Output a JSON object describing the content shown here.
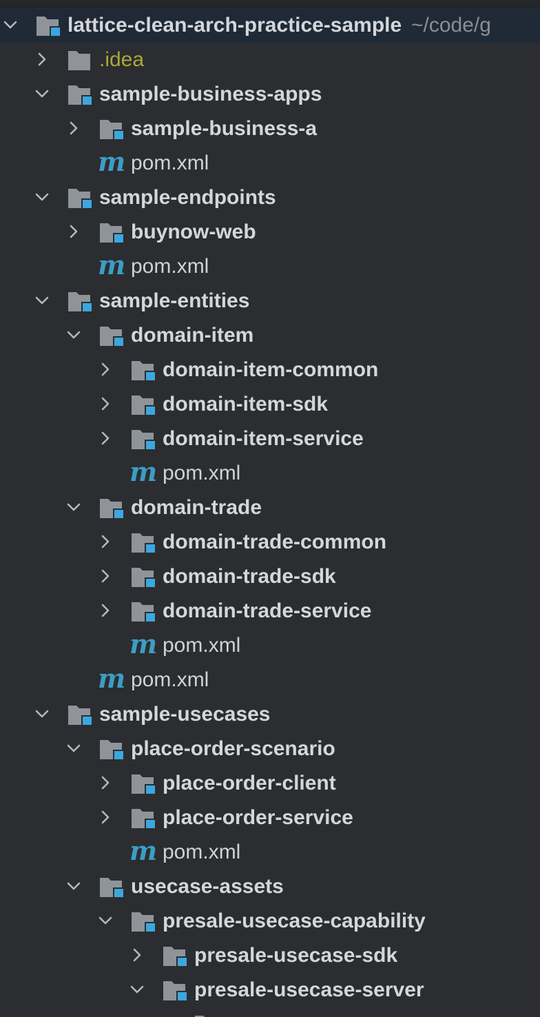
{
  "project": {
    "name": "lattice-clean-arch-practice-sample",
    "path": "~/code/g"
  },
  "tree": [
    {
      "depth": 0,
      "chevron": "down",
      "icon": "module-folder-icon",
      "label": "lattice-clean-arch-practice-sample",
      "kind": "module",
      "root": true
    },
    {
      "depth": 1,
      "chevron": "right",
      "icon": "folder-icon",
      "label": ".idea",
      "kind": "idea"
    },
    {
      "depth": 1,
      "chevron": "down",
      "icon": "module-folder-icon",
      "label": "sample-business-apps",
      "kind": "module"
    },
    {
      "depth": 2,
      "chevron": "right",
      "icon": "module-folder-icon",
      "label": "sample-business-a",
      "kind": "module"
    },
    {
      "depth": 2,
      "chevron": "none",
      "icon": "maven-icon",
      "label": "pom.xml",
      "kind": "file"
    },
    {
      "depth": 1,
      "chevron": "down",
      "icon": "module-folder-icon",
      "label": "sample-endpoints",
      "kind": "module"
    },
    {
      "depth": 2,
      "chevron": "right",
      "icon": "module-folder-icon",
      "label": "buynow-web",
      "kind": "module"
    },
    {
      "depth": 2,
      "chevron": "none",
      "icon": "maven-icon",
      "label": "pom.xml",
      "kind": "file"
    },
    {
      "depth": 1,
      "chevron": "down",
      "icon": "module-folder-icon",
      "label": "sample-entities",
      "kind": "module"
    },
    {
      "depth": 2,
      "chevron": "down",
      "icon": "module-folder-icon",
      "label": "domain-item",
      "kind": "module"
    },
    {
      "depth": 3,
      "chevron": "right",
      "icon": "module-folder-icon",
      "label": "domain-item-common",
      "kind": "module"
    },
    {
      "depth": 3,
      "chevron": "right",
      "icon": "module-folder-icon",
      "label": "domain-item-sdk",
      "kind": "module"
    },
    {
      "depth": 3,
      "chevron": "right",
      "icon": "module-folder-icon",
      "label": "domain-item-service",
      "kind": "module"
    },
    {
      "depth": 3,
      "chevron": "none",
      "icon": "maven-icon",
      "label": "pom.xml",
      "kind": "file"
    },
    {
      "depth": 2,
      "chevron": "down",
      "icon": "module-folder-icon",
      "label": "domain-trade",
      "kind": "module"
    },
    {
      "depth": 3,
      "chevron": "right",
      "icon": "module-folder-icon",
      "label": "domain-trade-common",
      "kind": "module"
    },
    {
      "depth": 3,
      "chevron": "right",
      "icon": "module-folder-icon",
      "label": "domain-trade-sdk",
      "kind": "module"
    },
    {
      "depth": 3,
      "chevron": "right",
      "icon": "module-folder-icon",
      "label": "domain-trade-service",
      "kind": "module"
    },
    {
      "depth": 3,
      "chevron": "none",
      "icon": "maven-icon",
      "label": "pom.xml",
      "kind": "file"
    },
    {
      "depth": 2,
      "chevron": "none",
      "icon": "maven-icon",
      "label": "pom.xml",
      "kind": "file"
    },
    {
      "depth": 1,
      "chevron": "down",
      "icon": "module-folder-icon",
      "label": "sample-usecases",
      "kind": "module"
    },
    {
      "depth": 2,
      "chevron": "down",
      "icon": "module-folder-icon",
      "label": "place-order-scenario",
      "kind": "module"
    },
    {
      "depth": 3,
      "chevron": "right",
      "icon": "module-folder-icon",
      "label": "place-order-client",
      "kind": "module"
    },
    {
      "depth": 3,
      "chevron": "right",
      "icon": "module-folder-icon",
      "label": "place-order-service",
      "kind": "module"
    },
    {
      "depth": 3,
      "chevron": "none",
      "icon": "maven-icon",
      "label": "pom.xml",
      "kind": "file"
    },
    {
      "depth": 2,
      "chevron": "down",
      "icon": "module-folder-icon",
      "label": "usecase-assets",
      "kind": "module"
    },
    {
      "depth": 3,
      "chevron": "down",
      "icon": "module-folder-icon",
      "label": "presale-usecase-capability",
      "kind": "module"
    },
    {
      "depth": 4,
      "chevron": "right",
      "icon": "module-folder-icon",
      "label": "presale-usecase-sdk",
      "kind": "module"
    },
    {
      "depth": 4,
      "chevron": "down",
      "icon": "module-folder-icon",
      "label": "presale-usecase-server",
      "kind": "module"
    },
    {
      "depth": 5,
      "chevron": "right",
      "icon": "module-folder-icon",
      "label": "",
      "kind": "module"
    }
  ],
  "colors": {
    "background": "#2b2d30",
    "selected_row": "#1f2a36",
    "folder_gray": "#8f949b",
    "module_badge_blue": "#3ba7e0",
    "maven_blue": "#3d9dc4",
    "idea_text": "#a8a83a",
    "text": "#d4d6da",
    "path_text": "#8b8e94",
    "chevron": "#b4b7bd"
  }
}
